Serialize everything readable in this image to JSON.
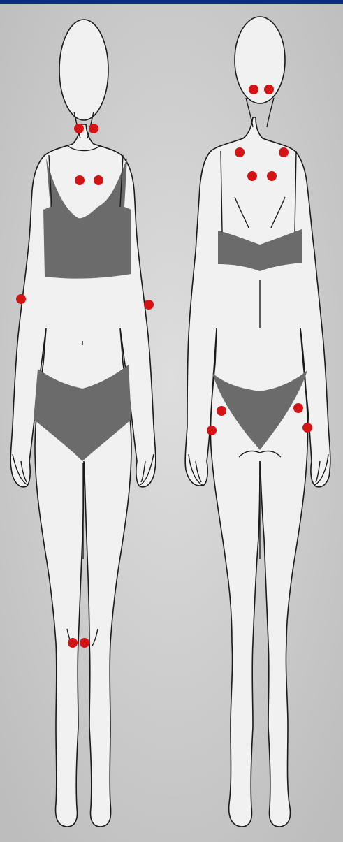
{
  "colors": {
    "top_bar": "#0b2a8a",
    "background": "#d0d0d0",
    "outline": "#1a1a1a",
    "skin": "#f1f1f1",
    "garment": "#6b6b6b",
    "marker": "#d41414"
  },
  "figures": [
    {
      "id": "front",
      "view": "front-view"
    },
    {
      "id": "back",
      "view": "back-view"
    }
  ],
  "tender_points": {
    "count": 18,
    "front": [
      "neck-left",
      "neck-right",
      "upper-chest-left",
      "upper-chest-right",
      "elbow-right-side",
      "elbow-left-side",
      "knee-left",
      "knee-right"
    ],
    "back": [
      "occiput-left",
      "occiput-right",
      "trapezius-left",
      "trapezius-right",
      "supraspinatus-left",
      "supraspinatus-right",
      "gluteal-left",
      "gluteal-right",
      "trochanter-left",
      "trochanter-right"
    ]
  }
}
